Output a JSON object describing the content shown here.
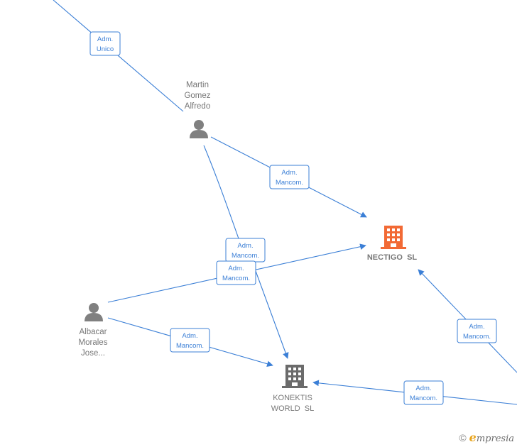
{
  "nodes": {
    "martin": {
      "label": [
        "Martin",
        "Gomez",
        "Alfredo"
      ],
      "icon": "person-icon",
      "color": "#808080"
    },
    "albacar": {
      "label": [
        "Albacar",
        "Morales",
        "Jose..."
      ],
      "icon": "person-icon",
      "color": "#808080"
    },
    "nectigo": {
      "label": [
        "NECTIGO  SL"
      ],
      "icon": "building-icon",
      "color": "#f26a35"
    },
    "konektis": {
      "label": [
        "KONEKTIS",
        "WORLD  SL"
      ],
      "icon": "building-icon",
      "color": "#6b6b6b"
    }
  },
  "edges": [
    {
      "label": [
        "Adm.",
        "Unico"
      ]
    },
    {
      "label": [
        "Adm.",
        "Mancom."
      ]
    },
    {
      "label": [
        "Adm.",
        "Mancom."
      ]
    },
    {
      "label": [
        "Adm.",
        "Mancom."
      ]
    },
    {
      "label": [
        "Adm.",
        "Mancom."
      ]
    },
    {
      "label": [
        "Adm.",
        "Mancom."
      ]
    },
    {
      "label": [
        "Adm.",
        "Mancom."
      ]
    }
  ],
  "footer": {
    "copyright": "©",
    "brand_initial": "e",
    "brand_rest": "mpresia"
  },
  "colors": {
    "edge": "#3b7fd6",
    "text": "#777777"
  }
}
